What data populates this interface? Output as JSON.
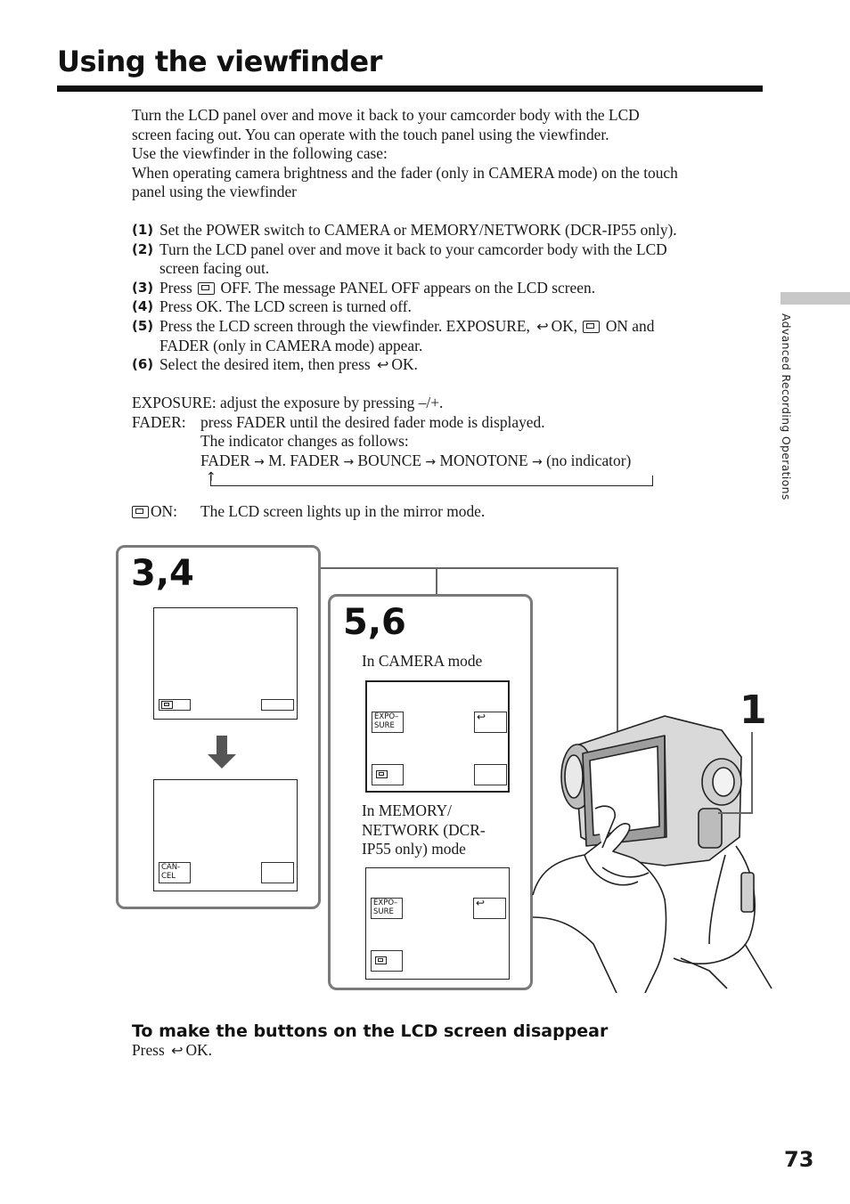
{
  "page": {
    "title": "Using the viewfinder",
    "section_label": "Advanced Recording Operations",
    "page_number": "73"
  },
  "intro": {
    "line1": "Turn the LCD panel over and move it back to your camcorder body with the LCD",
    "line2": "screen facing out. You can operate with the touch panel using the viewfinder.",
    "line3": "Use the viewfinder in the following case:",
    "line4": "When operating camera brightness and the fader (only in CAMERA mode) on the touch",
    "line5": "panel using the viewfinder"
  },
  "steps": [
    {
      "num": "(1)",
      "a": "Set the POWER switch to CAMERA or MEMORY/NETWORK (DCR-IP55 only)."
    },
    {
      "num": "(2)",
      "a": "Turn the LCD panel over and move it back to your camcorder body with the LCD",
      "b": "screen facing out."
    },
    {
      "num": "(3)",
      "a": "Press",
      "b": "OFF. The message PANEL OFF appears on the LCD screen."
    },
    {
      "num": "(4)",
      "a": "Press OK. The LCD screen is turned off."
    },
    {
      "num": "(5)",
      "a": "Press the LCD screen through the viewfinder. EXPOSURE,",
      "b": "OK,",
      "c": "ON and",
      "d": "FADER (only in CAMERA mode) appear."
    },
    {
      "num": "(6)",
      "a": "Select the desired item, then press",
      "b": "OK."
    }
  ],
  "descriptions": {
    "exposure": "EXPOSURE:  adjust the exposure by pressing –/+.",
    "fader_label": "FADER:",
    "fader_line1": "press FADER until the desired fader mode is displayed.",
    "fader_line2": "The indicator changes as follows:",
    "cycle": [
      "FADER",
      "M. FADER",
      "BOUNCE",
      "MONOTONE",
      "(no indicator)"
    ],
    "on_label": "ON:",
    "on_text": "The LCD screen lights up in the mirror mode."
  },
  "figure": {
    "panel_a_label": "3,4",
    "panel_b_label": "5,6",
    "camera_mode": "In CAMERA mode",
    "memory_mode_1": "In MEMORY/",
    "memory_mode_2": "NETWORK (DCR-",
    "memory_mode_3": "IP55 only) mode",
    "exposure_btn_1": "EXPO–",
    "exposure_btn_2": "SURE",
    "cancel_btn_1": "CAN-",
    "cancel_btn_2": "CEL",
    "step_one": "1"
  },
  "footer": {
    "subhead": "To make the buttons on the LCD screen disappear",
    "press": "Press",
    "ok": "OK."
  }
}
